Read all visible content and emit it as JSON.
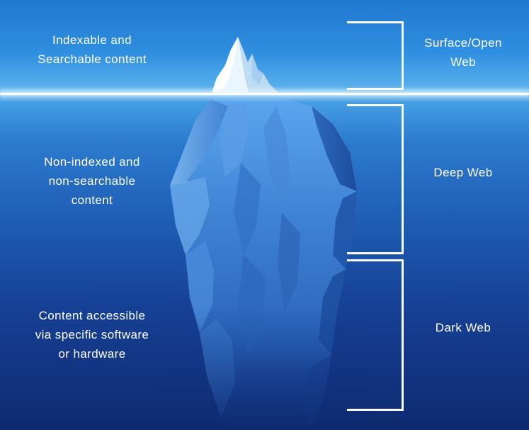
{
  "layers": [
    {
      "name": "Surface/Open Web",
      "name_lines": [
        "Surface/Open",
        "Web"
      ],
      "description_lines": [
        "Indexable and",
        "Searchable content"
      ]
    },
    {
      "name": "Deep Web",
      "name_lines": [
        "Deep Web"
      ],
      "description_lines": [
        "Non-indexed and",
        "non-searchable",
        "content"
      ]
    },
    {
      "name": "Dark Web",
      "name_lines": [
        "Dark Web"
      ],
      "description_lines": [
        "Content accessible",
        "via specific software",
        "or hardware"
      ]
    }
  ],
  "colors": {
    "sky": "#2f8fe0",
    "sea_top": "#2c7bcf",
    "sea_bottom": "#0e2a70",
    "ice_light": "#e9f5ff",
    "ice_mid": "#5f9fe4",
    "ice_dark": "#1b4fa8",
    "text": "#ffffff"
  },
  "icons": [
    "iceberg-illustration",
    "bracket"
  ]
}
